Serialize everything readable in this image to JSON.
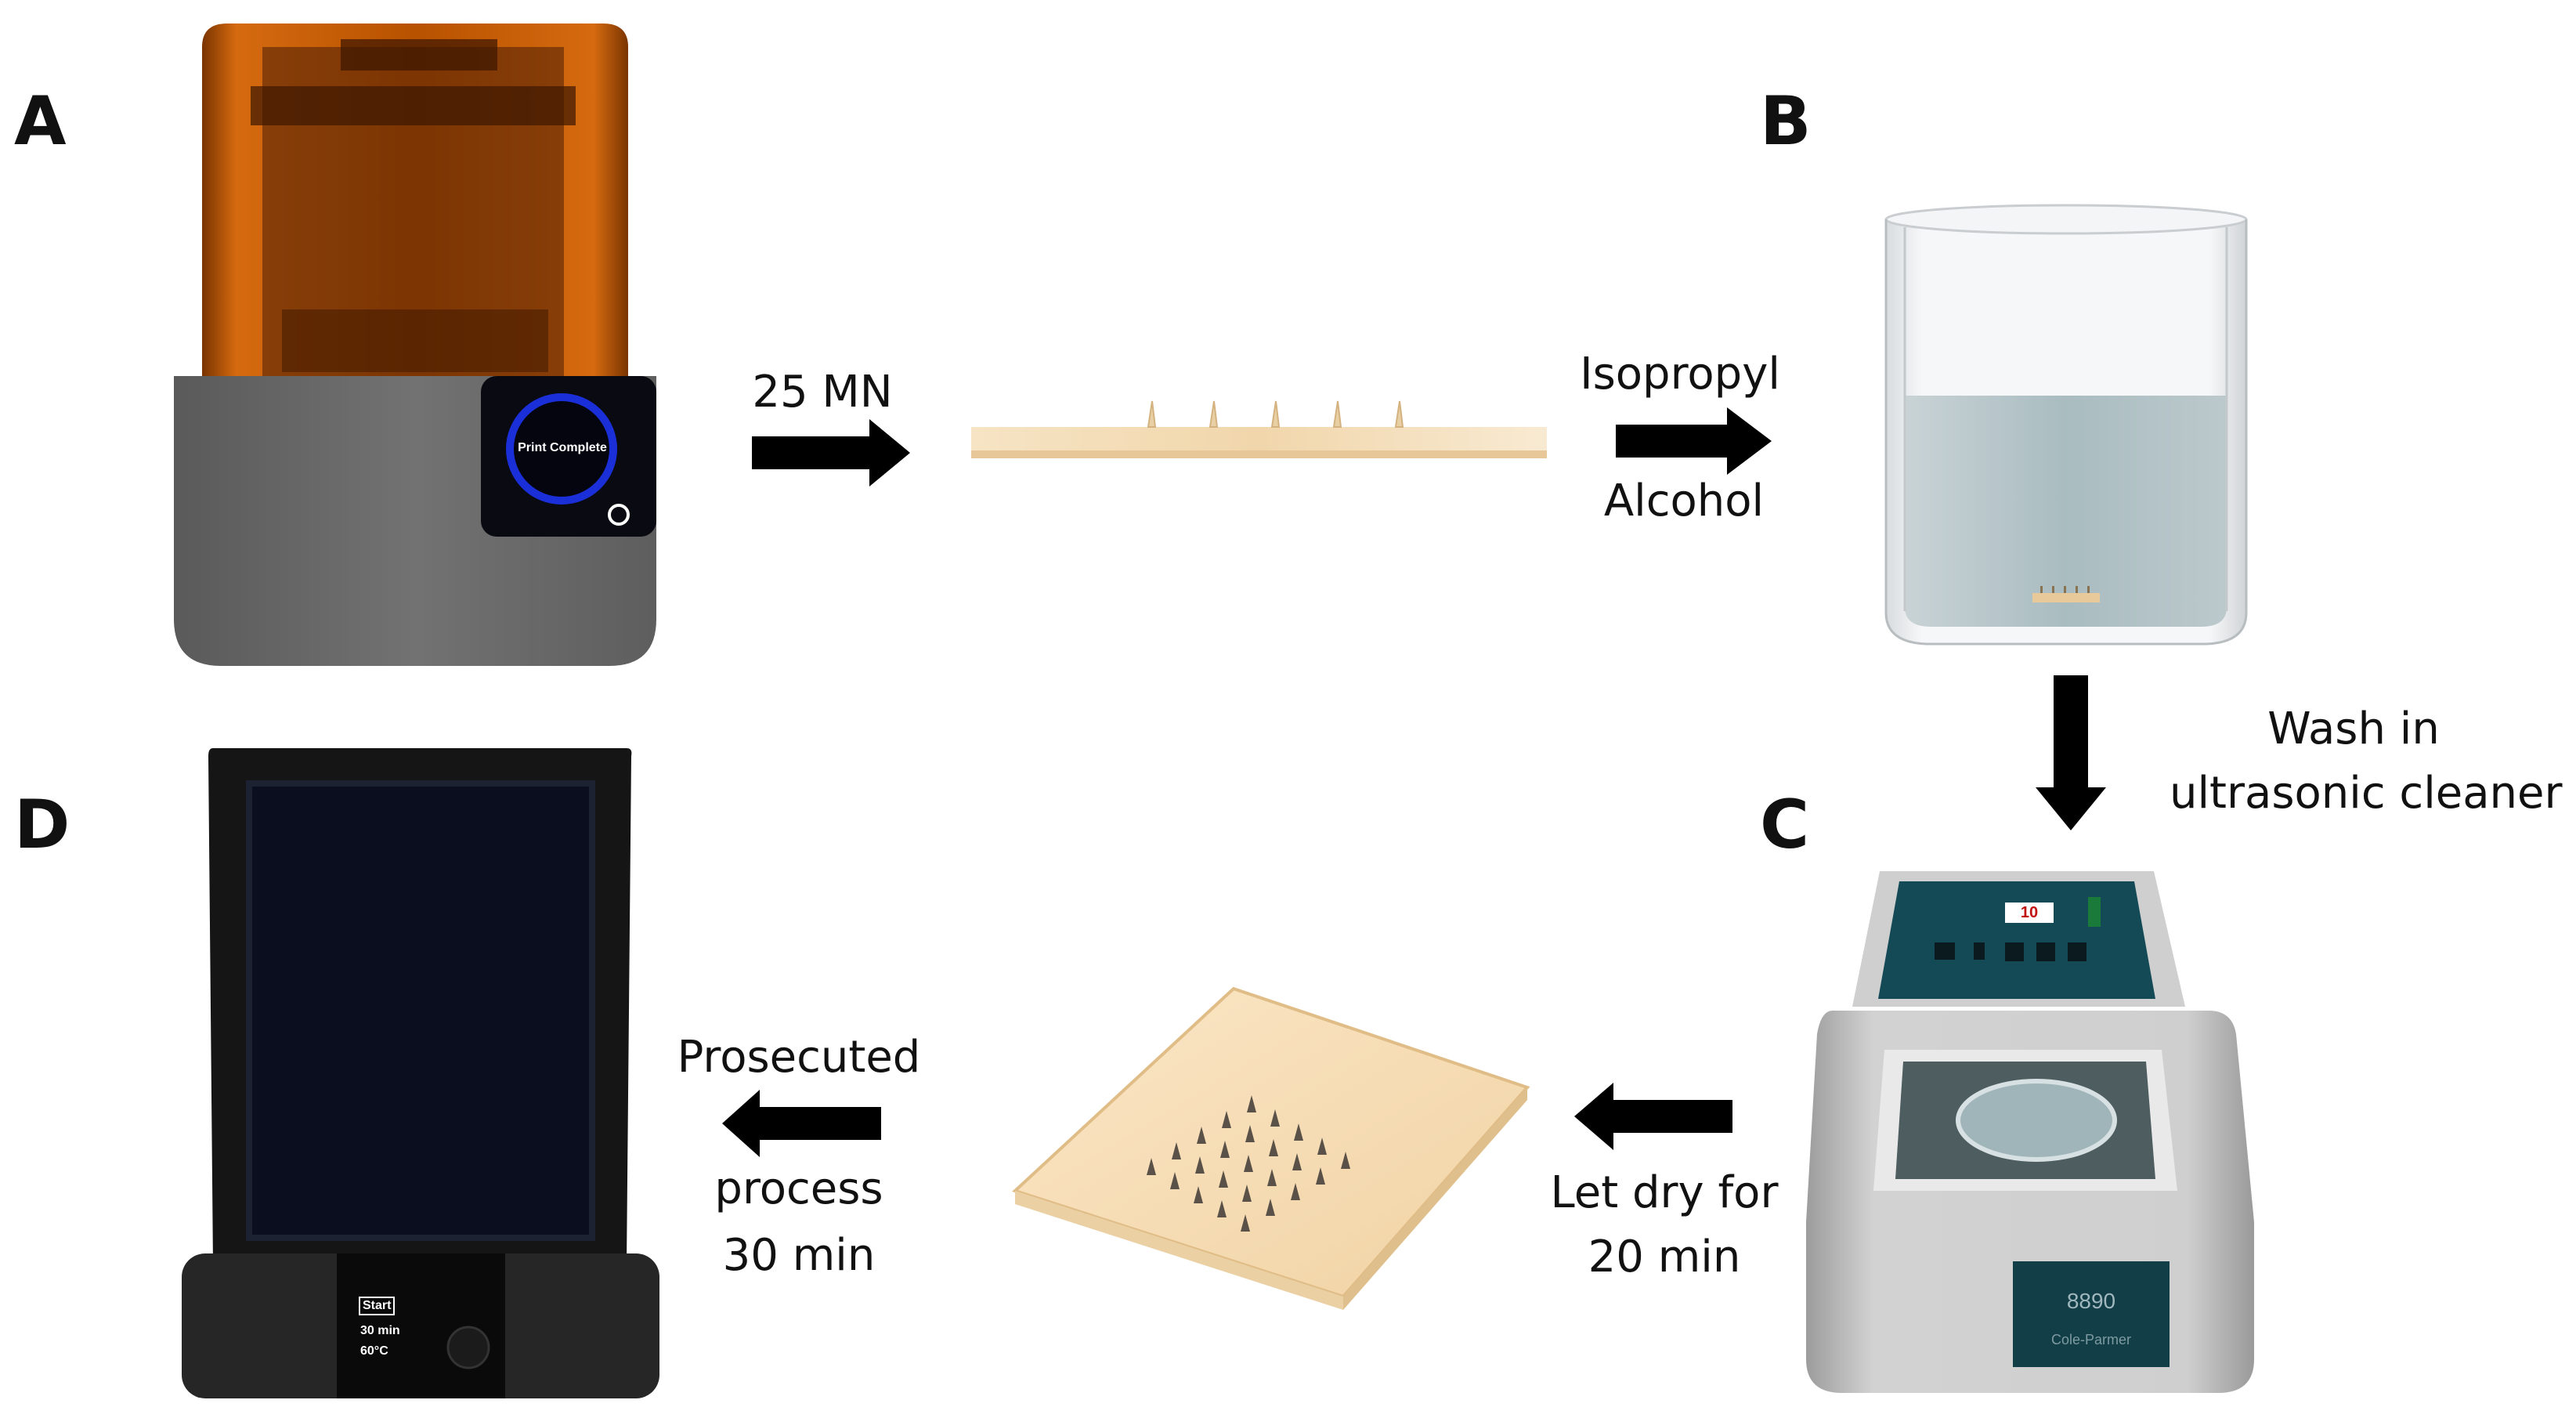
{
  "panels": {
    "a": "A",
    "b": "B",
    "c": "C",
    "d": "D"
  },
  "arrow_labels": {
    "a_to_strip": "25 MN",
    "strip_to_b_line1": "Isopropyl",
    "strip_to_b_line2": "Alcohol",
    "b_to_c_line1": "Wash in",
    "b_to_c_line2": "ultrasonic cleaner",
    "c_to_patch_line1": "Let dry for",
    "c_to_patch_line2": "20 min",
    "patch_to_d_line1": "Prosecuted",
    "patch_to_d_line2": "process",
    "patch_to_d_line3": "30 min"
  },
  "printer_screen": "Print Complete",
  "cleaner": {
    "display": "10",
    "model": "8890",
    "brand": "Cole-Parmer"
  },
  "cure_station_screen": {
    "button": "Start",
    "time": "30 min",
    "temp": "60°C"
  },
  "colors": {
    "arrow": "#000000",
    "printer_body": "#6b6b6b",
    "printer_cover": "#c85a00",
    "resin": "#f3dcb8",
    "water": "#aebfc3",
    "cleaner_panel": "#134a56",
    "cure_body": "#1b1b1b"
  }
}
